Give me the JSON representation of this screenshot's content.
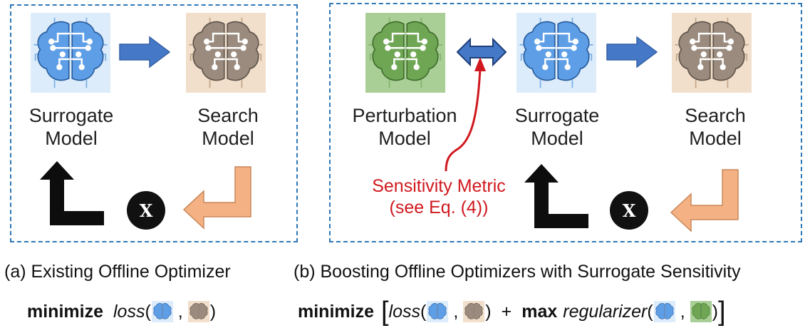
{
  "panel_a": {
    "surrogate_label": [
      "Surrogate",
      "Model"
    ],
    "search_label": [
      "Search",
      "Model"
    ],
    "x_symbol": "X",
    "caption": "(a) Existing Offline Optimizer",
    "formula": {
      "keyword": "minimize",
      "fn": "loss",
      "open": "(",
      "comma": ",",
      "close": ")"
    }
  },
  "panel_b": {
    "perturbation_label": [
      "Perturbation",
      "Model"
    ],
    "surrogate_label": [
      "Surrogate",
      "Model"
    ],
    "search_label": [
      "Search",
      "Model"
    ],
    "x_symbol": "X",
    "metric_label": [
      "Sensitivity Metric",
      "(see Eq. (4))"
    ],
    "caption": "(b) Boosting Offline Optimizers with Surrogate Sensitivity",
    "formula": {
      "keyword": "minimize",
      "lbracket": "[",
      "fn1": "loss",
      "open1": "(",
      "comma1": ",",
      "close1": ")",
      "plus": "+",
      "max": "max",
      "fn2": "regularizer",
      "open2": "(",
      "comma2": ",",
      "close2": ")",
      "rbracket": "]"
    }
  },
  "colors": {
    "surrogate_bg": "#dcecfb",
    "surrogate_brain": "#5d9ee6",
    "search_bg": "#f1dfcb",
    "search_brain": "#9a8b7e",
    "perturb_bg": "#a9cf96",
    "perturb_brain": "#6fa654",
    "arrow_blue": "#4579c8",
    "arrow_orange": "#f4b183",
    "metric_red": "#d0191f",
    "panel_border": "#2f77b5"
  }
}
